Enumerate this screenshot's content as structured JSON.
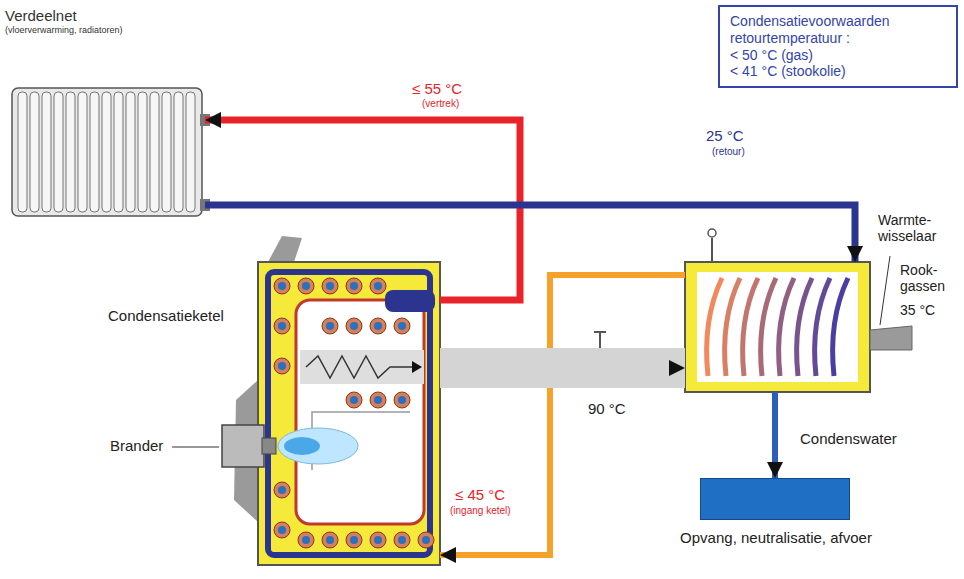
{
  "diagram": {
    "nodes": [
      {
        "text": [
          "Condensatievoorwaarden retourtemperatuur :",
          "< 50 °C (gas)",
          "< 41 °C (stookolie)"
        ]
      },
      {
        "text": [
          "Verdeelnet",
          "(vloerverwarming, radiatoren)"
        ]
      },
      {
        "text": [
          "Condensatieketel"
        ]
      },
      {
        "text": [
          "Warmte- wisselaar"
        ]
      },
      {
        "text": [
          "Opvang, neutralisatie, afvoer"
        ]
      }
    ],
    "edges": [
      {
        "from": 2,
        "to": 1,
        "arrow": "to"
      },
      {
        "from": 1,
        "to": 3,
        "arrow": "to"
      },
      {
        "from": 3,
        "to": 2,
        "arrow": "to"
      },
      {
        "from": 2,
        "to": 3,
        "arrow": "to"
      },
      {
        "from": 3,
        "to": 4,
        "arrow": "to"
      }
    ],
    "labels": [
      "≤ 55 °C",
      "(vertrek)",
      "25 °C",
      "(retour)",
      "Rook- gassen",
      "35 °C",
      "90 °C",
      "≤ 45 °C",
      "(ingang ketel)",
      "Brander",
      "Condenswater"
    ]
  }
}
